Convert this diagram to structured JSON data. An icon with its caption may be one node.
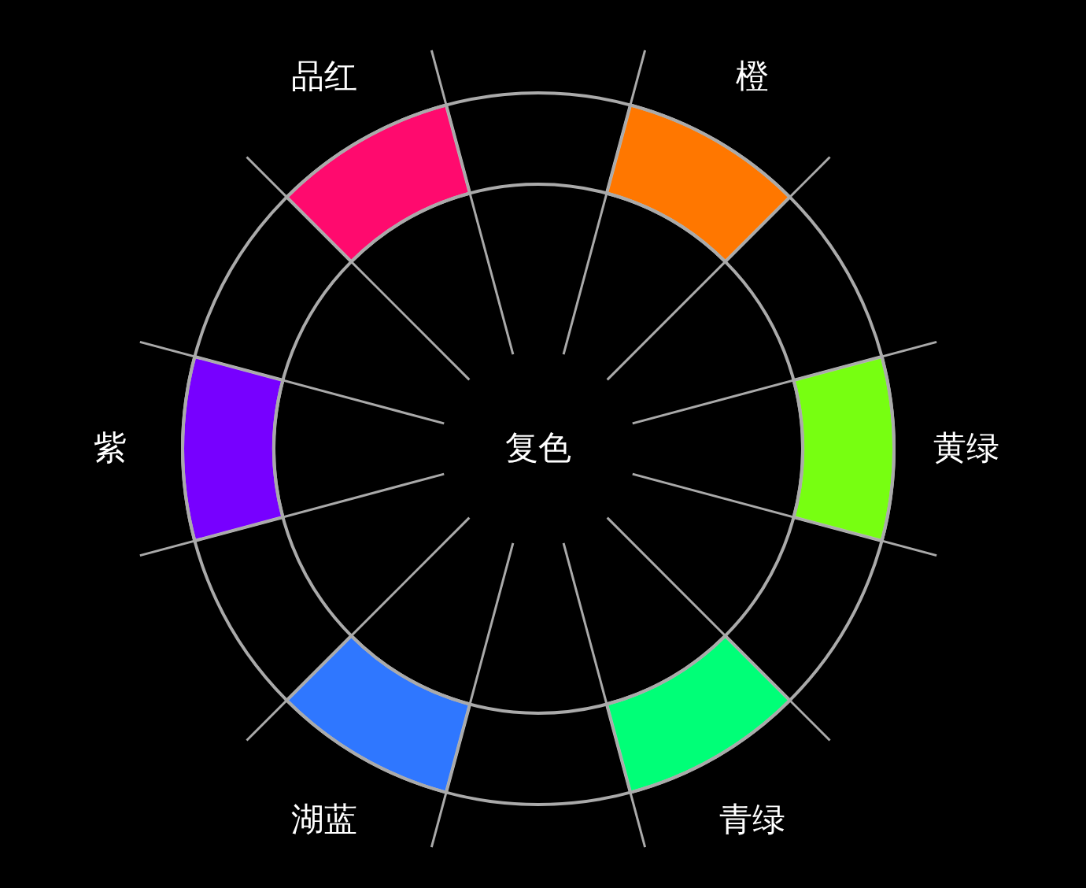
{
  "diagram": {
    "nodes": [
      {
        "text": [
          "品红"
        ]
      },
      {
        "text": [
          "橙"
        ]
      },
      {
        "text": [
          "紫"
        ]
      },
      {
        "text": [
          "复色"
        ]
      },
      {
        "text": [
          "黄绿"
        ]
      },
      {
        "text": [
          "湖蓝"
        ]
      },
      {
        "text": [
          "青绿"
        ]
      }
    ]
  }
}
